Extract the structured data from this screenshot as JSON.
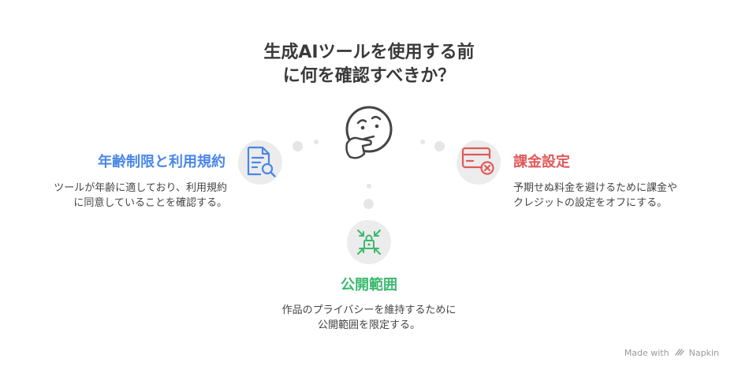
{
  "title": {
    "line1": "生成AIツールを使用する前",
    "line2": "に何を確認すべきか？"
  },
  "items": [
    {
      "heading": "年齢制限と利用規約",
      "desc_line1": "ツールが年齢に適しており、利用規約",
      "desc_line2": "に同意していることを確認する。",
      "color": "#4a86e8",
      "icon": "document-search-icon"
    },
    {
      "heading": "課金設定",
      "desc_line1": "予期せぬ料金を避けるために課金や",
      "desc_line2": "クレジットの設定をオフにする。",
      "color": "#e05a5a",
      "icon": "credit-card-cancel-icon"
    },
    {
      "heading": "公開範囲",
      "desc_line1": "作品のプライバシーを維持するために",
      "desc_line2": "公開範囲を限定する。",
      "color": "#3bb86e",
      "icon": "lock-arrows-icon"
    }
  ],
  "center_icon": "thinking-face-icon",
  "footer": {
    "text": "Made with",
    "brand": "Napkin",
    "icon": "napkin-logo-icon"
  }
}
